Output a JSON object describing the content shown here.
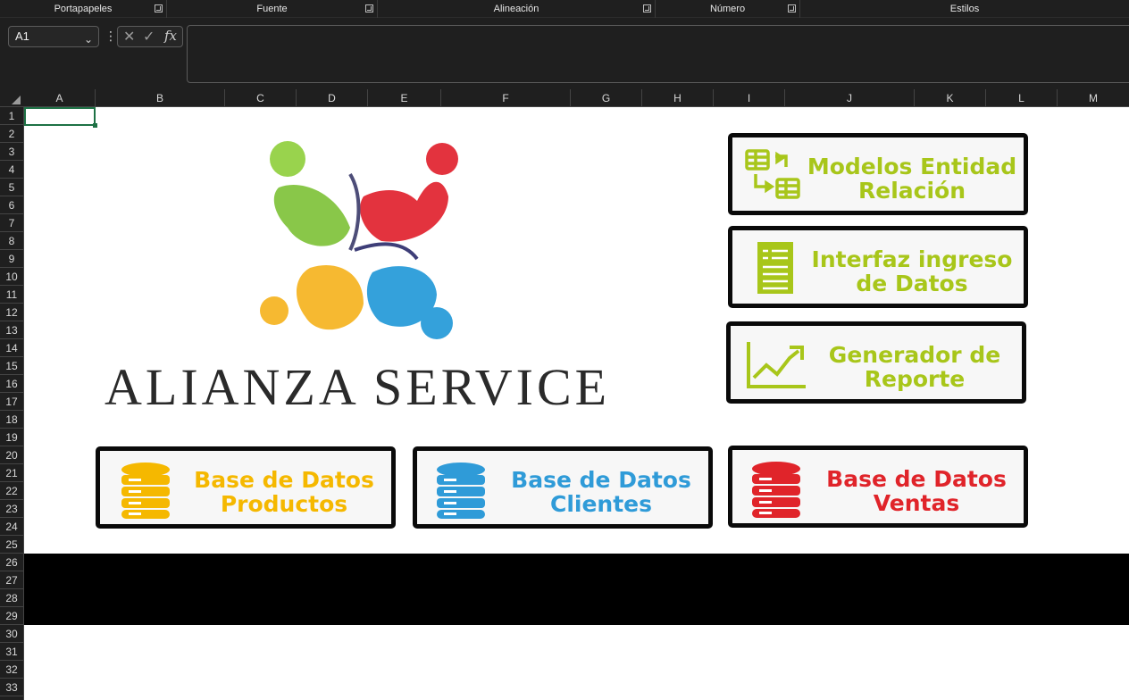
{
  "ribbon": {
    "groups": [
      {
        "label": "Portapapeles"
      },
      {
        "label": "Fuente"
      },
      {
        "label": "Alineación"
      },
      {
        "label": "Número"
      },
      {
        "label": "Estilos"
      }
    ]
  },
  "formula_bar": {
    "name_box": "A1",
    "name_box_chevron": "⌄",
    "menu_glyph": "⋮",
    "cancel_glyph": "✕",
    "enter_glyph": "✓",
    "fx_label": "fx",
    "formula_value": ""
  },
  "columns": [
    "A",
    "B",
    "C",
    "D",
    "E",
    "F",
    "G",
    "H",
    "I",
    "J",
    "K",
    "L",
    "M"
  ],
  "rows": [
    "1",
    "2",
    "3",
    "4",
    "5",
    "6",
    "7",
    "8",
    "9",
    "10",
    "11",
    "12",
    "13",
    "14",
    "15",
    "16",
    "17",
    "18",
    "19",
    "20",
    "21",
    "22",
    "23",
    "24",
    "25",
    "26",
    "27",
    "28",
    "29",
    "30",
    "31",
    "32",
    "33"
  ],
  "logo": {
    "text": "ALIANZA SERVICE"
  },
  "buttons": {
    "modelos": {
      "label": "Modelos Entidad\nRelación",
      "color": "#a8c61a",
      "icon": "table-relation-icon"
    },
    "interfaz": {
      "label": "Interfaz ingreso\nde Datos",
      "color": "#a8c61a",
      "icon": "form-document-icon"
    },
    "reporte": {
      "label": "Generador de\nReporte",
      "color": "#a8c61a",
      "icon": "trend-chart-icon"
    },
    "productos": {
      "label": "Base de Datos\nProductos",
      "color": "#f5b800",
      "icon": "database-icon"
    },
    "clientes": {
      "label": "Base de Datos\nClientes",
      "color": "#2f9bd8",
      "icon": "database-icon"
    },
    "ventas": {
      "label": "Base de Datos\nVentas",
      "color": "#e0242a",
      "icon": "database-icon"
    }
  }
}
